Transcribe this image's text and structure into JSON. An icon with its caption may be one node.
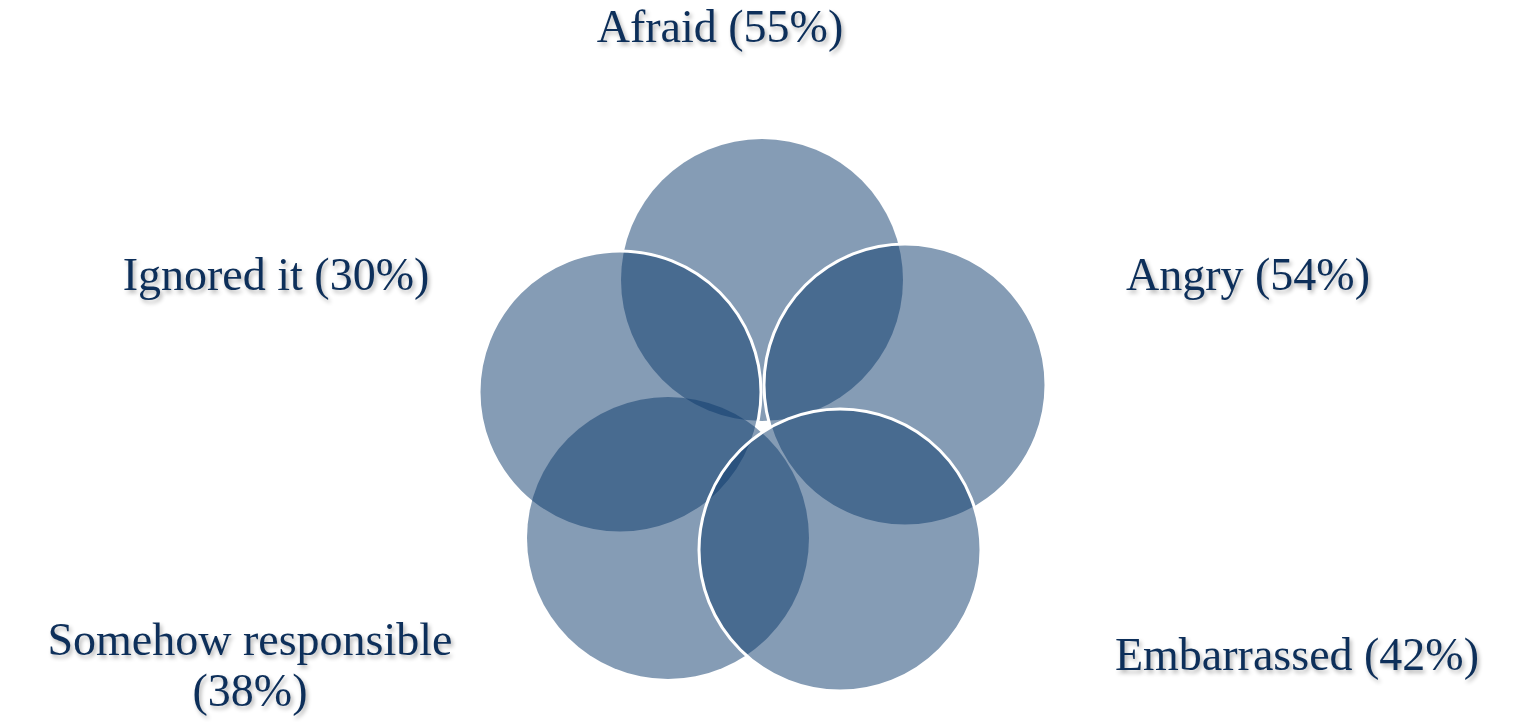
{
  "diagram": {
    "nodes": [
      {
        "text": [],
        "shape": "circle",
        "beside": [
          "Afraid (55%)"
        ]
      },
      {
        "text": [],
        "shape": "circle",
        "beside": [
          "Ignored it (30%)"
        ]
      },
      {
        "text": [],
        "shape": "circle",
        "beside": [
          "Angry (54%)"
        ]
      },
      {
        "text": [],
        "shape": "circle",
        "beside": [
          "Somehow responsible (38%)"
        ]
      },
      {
        "text": [],
        "shape": "circle",
        "beside": [
          "Embarrassed (42%)"
        ]
      }
    ]
  }
}
